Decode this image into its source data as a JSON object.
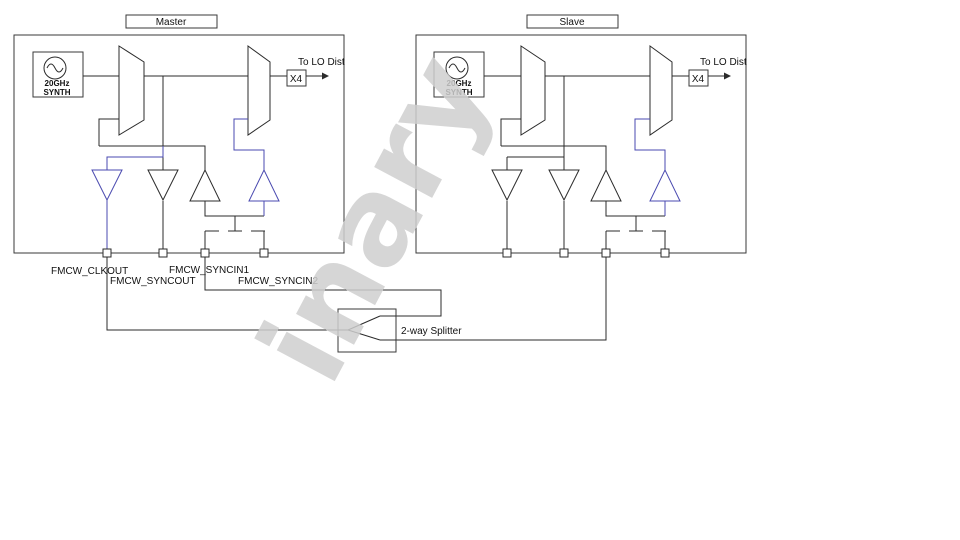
{
  "master": {
    "title": "Master",
    "synth_line1": "20GHz",
    "synth_line2": "SYNTH",
    "output_label": "To LO Dist",
    "multiplier_label": "X4"
  },
  "slave": {
    "title": "Slave",
    "synth_line1": "20GHz",
    "synth_line2": "SYNTH",
    "output_label": "To LO Dist",
    "multiplier_label": "X4"
  },
  "pins": {
    "clkout": "FMCW_CLKOUT",
    "syncout": "FMCW_SYNCOUT",
    "syncin1": "FMCW_SYNCIN1",
    "syncin2": "FMCW_SYNCIN2"
  },
  "splitter_label": "2-way Splitter",
  "watermark": "inary",
  "colors": {
    "wire": "#2b2b2b",
    "blue_wire": "#4a4ab0",
    "watermark": "#cfcfcf"
  }
}
